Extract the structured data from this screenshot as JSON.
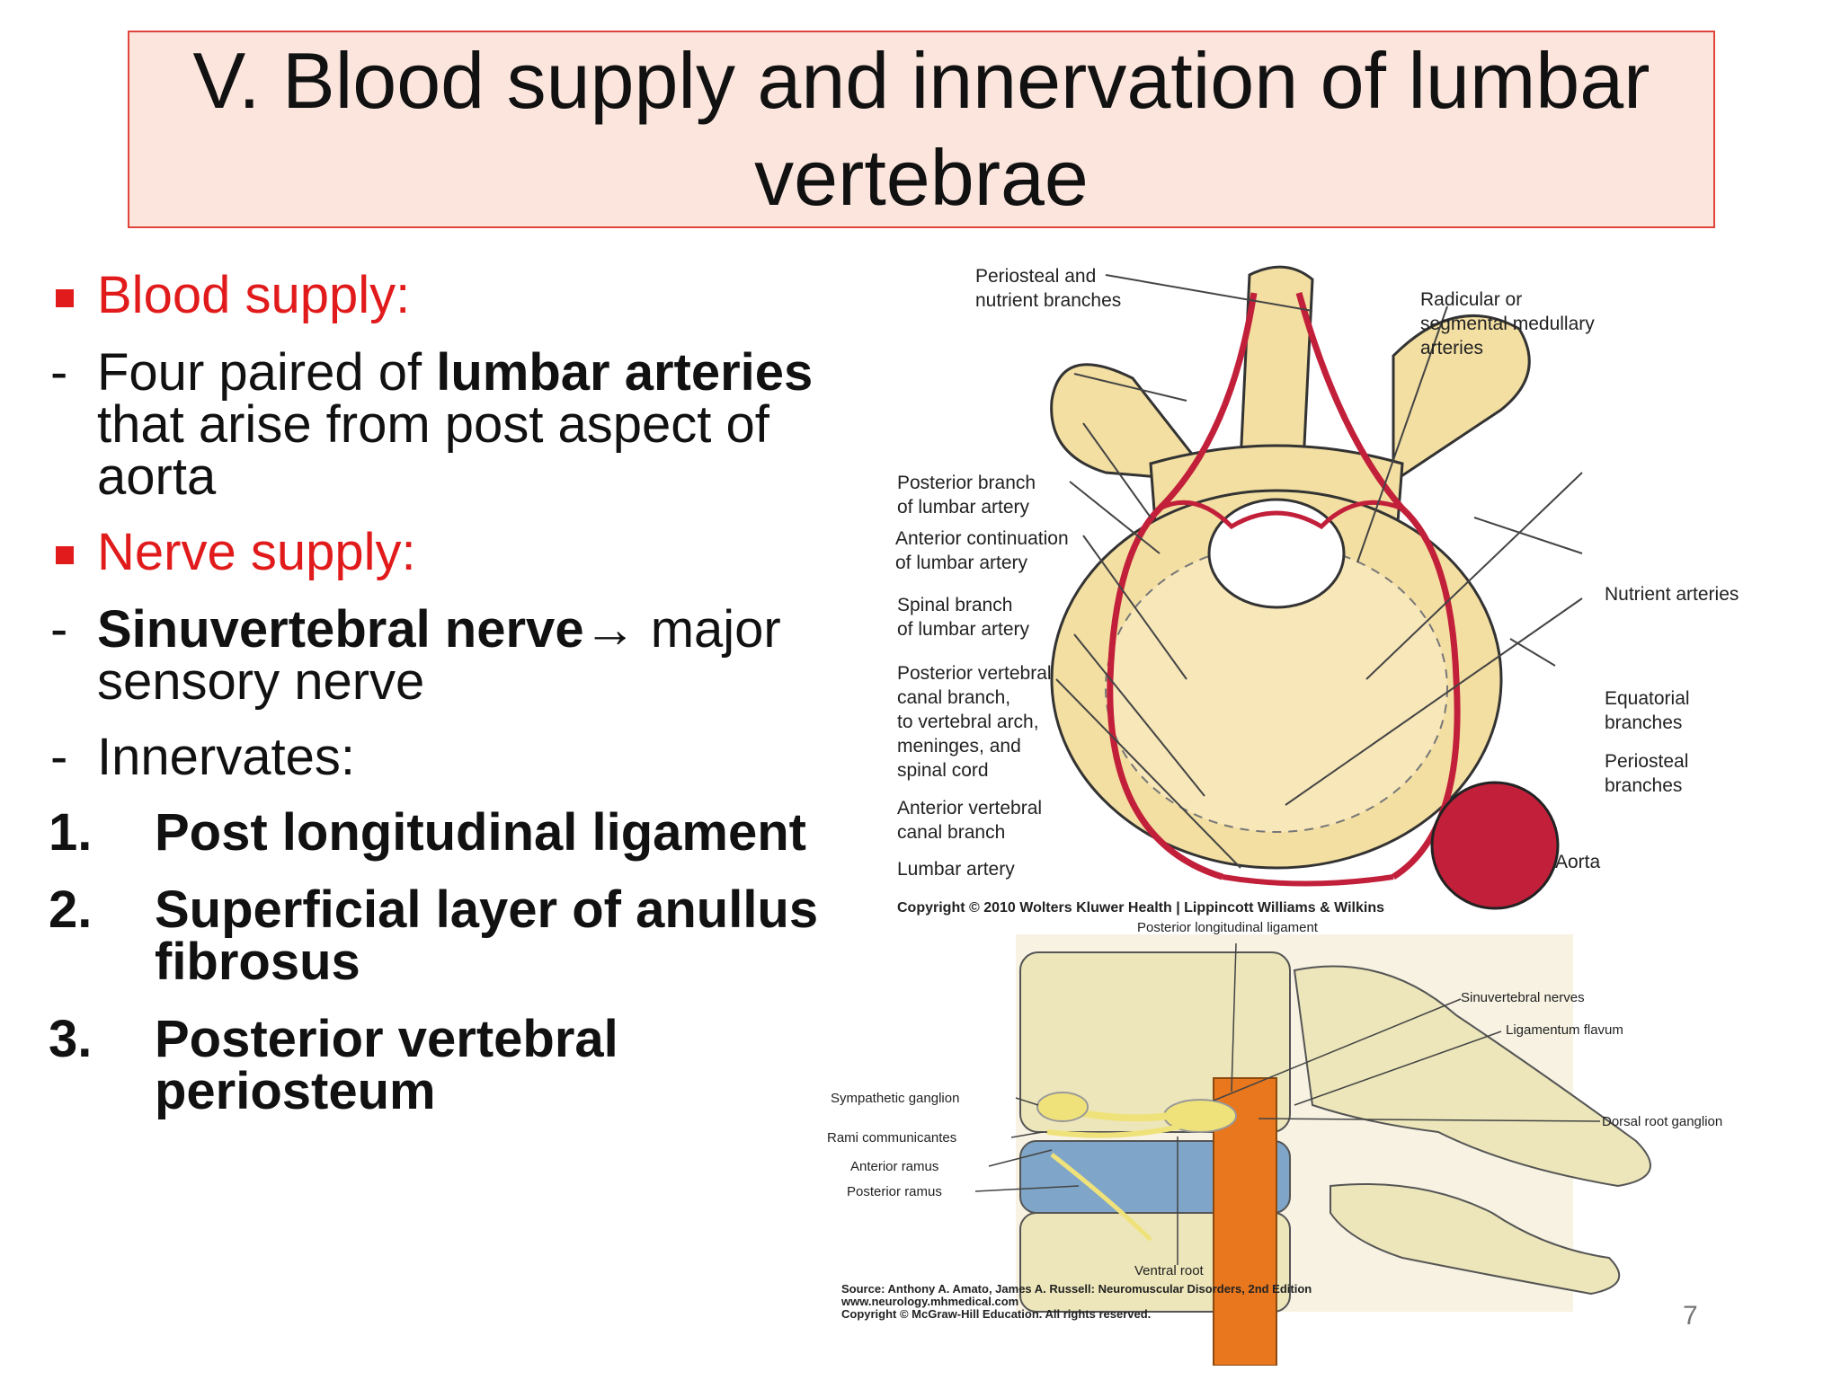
{
  "slide": {
    "title": "V. Blood supply and innervation of lumbar vertebrae",
    "page_number": "7"
  },
  "body": {
    "blood_heading": "Blood supply:",
    "blood_line_pre": "Four paired of ",
    "blood_line_bold": "lumbar arteries",
    "blood_line_post": "that arise from post aspect of aorta",
    "nerve_heading": "Nerve supply:",
    "nerve_bold": "Sinuvertebral nerve",
    "nerve_rest": " major sensory nerve",
    "innervates": "Innervates:",
    "items": [
      {
        "num": "1.",
        "text": "Post longitudinal ligament"
      },
      {
        "num": "2.",
        "text": "Superficial layer of anullus fibrosus"
      },
      {
        "num": "3.",
        "text": "Posterior vertebral periosteum"
      }
    ],
    "dash": "-",
    "arrow": "→"
  },
  "figure_top": {
    "labels": {
      "periosteal_nutrient": "Periosteal and\nnutrient branches",
      "radicular": "Radicular or\nsegmental medullary\narteries",
      "posterior_branch": "Posterior branch\nof lumbar artery",
      "anterior_continuation": "Anterior continuation\nof lumbar artery",
      "spinal_branch": "Spinal branch\nof lumbar artery",
      "posterior_canal": "Posterior vertebral\ncanal branch,\nto vertebral arch,\nmeninges, and\nspinal cord",
      "anterior_canal": "Anterior vertebral\ncanal branch",
      "lumbar_artery": "Lumbar artery",
      "nutrient_arteries": "Nutrient arteries",
      "equatorial": "Equatorial\nbranches",
      "periosteal": "Periosteal\nbranches",
      "aorta": "Aorta"
    },
    "copyright": "Copyright © 2010 Wolters Kluwer Health | Lippincott Williams & Wilkins"
  },
  "figure_bottom": {
    "labels": {
      "pll": "Posterior longitudinal ligament",
      "sinuvertebral": "Sinuvertebral nerves",
      "ligamentum_flavum": "Ligamentum flavum",
      "sympathetic": "Sympathetic ganglion",
      "rami": "Rami communicantes",
      "anterior_ramus": "Anterior ramus",
      "posterior_ramus": "Posterior ramus",
      "drg": "Dorsal root ganglion",
      "ventral_root": "Ventral root"
    },
    "source": "Source: Anthony A. Amato, James A. Russell: Neuromuscular Disorders, 2nd Edition\nwww.neurology.mhmedical.com\nCopyright © McGraw-Hill Education.  All rights reserved."
  },
  "colors": {
    "accent_red": "#e11b1b",
    "title_fill": "#fbe5dc",
    "title_border": "#e0443a",
    "bone": "#f3dfa2",
    "artery": "#c2203a",
    "nerve": "#f0e27a",
    "cord": "#e8771e"
  }
}
